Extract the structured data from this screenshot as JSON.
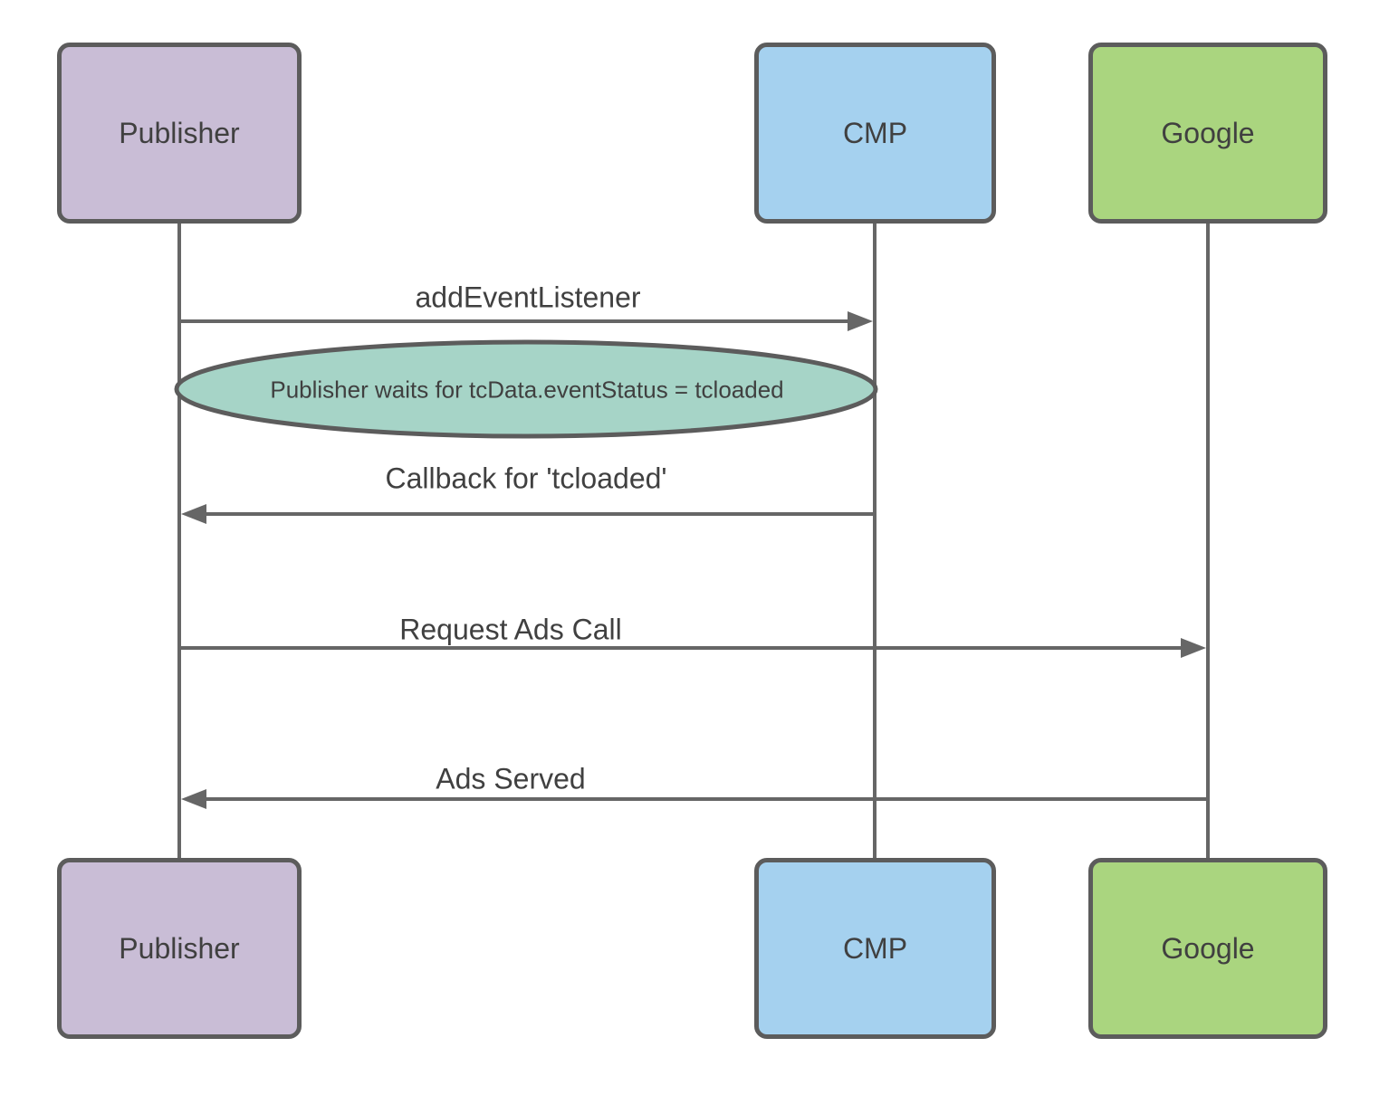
{
  "diagram": {
    "type": "sequence-diagram",
    "actors": [
      {
        "id": "publisher",
        "label": "Publisher",
        "fill": "#C9BDD6"
      },
      {
        "id": "cmp",
        "label": "CMP",
        "fill": "#A5D1EF"
      },
      {
        "id": "google",
        "label": "Google",
        "fill": "#AAD57F"
      }
    ],
    "messages": [
      {
        "label": "addEventListener",
        "from": "publisher",
        "to": "cmp",
        "direction": "right"
      },
      {
        "label": "Callback for 'tcloaded'",
        "from": "cmp",
        "to": "publisher",
        "direction": "left"
      },
      {
        "label": "Request Ads Call",
        "from": "publisher",
        "to": "google",
        "direction": "right"
      },
      {
        "label": "Ads Served",
        "from": "google",
        "to": "publisher",
        "direction": "left"
      }
    ],
    "note": {
      "label": "Publisher waits for tcData.eventStatus = tcloaded",
      "fill": "#A6D4C7"
    },
    "colors": {
      "stroke": "#5C5C5C",
      "line": "#666666",
      "text": "#404040",
      "background": "#FFFFFF"
    }
  }
}
